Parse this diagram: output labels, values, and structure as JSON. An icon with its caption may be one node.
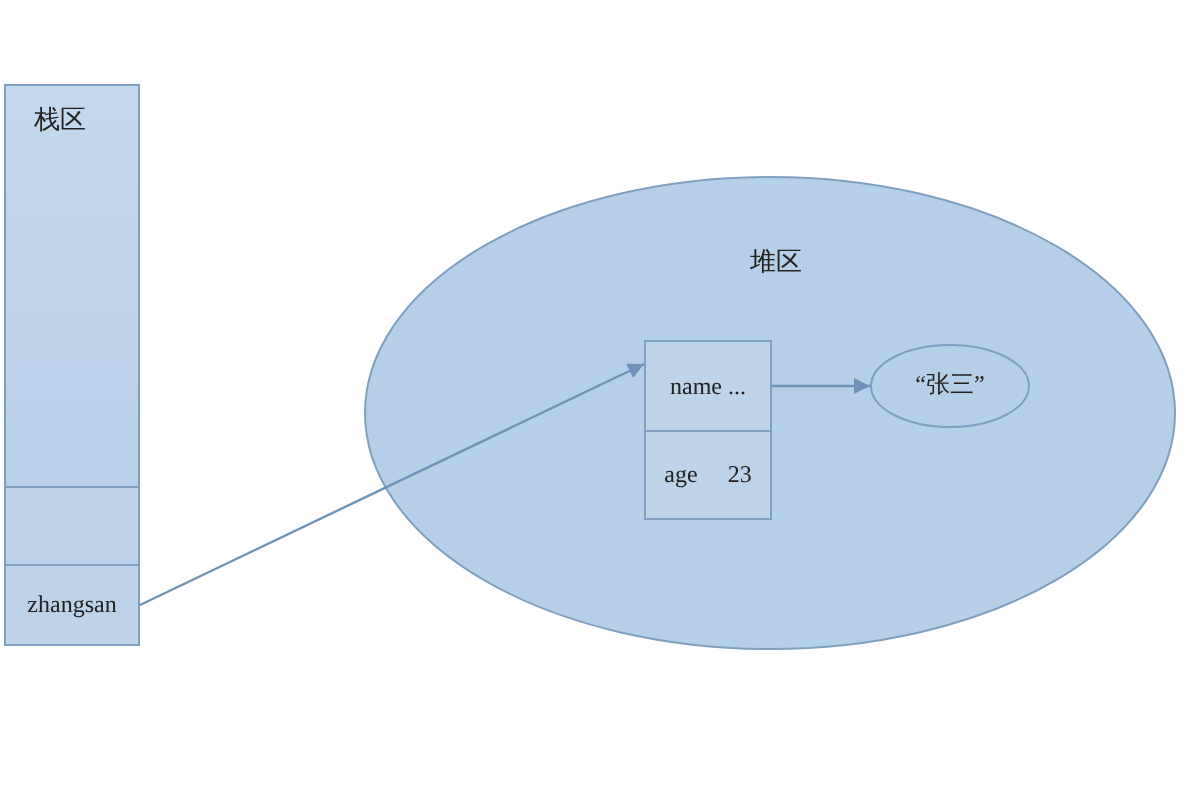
{
  "diagram": {
    "nodes": [
      {
        "text": [
          "栈区"
        ]
      },
      {
        "text": [],
        "shape": "box",
        "in": 0
      },
      {
        "text": [
          "zhangsan"
        ],
        "in": 0
      },
      {
        "text": [
          "堆区"
        ]
      },
      {
        "text": [
          "name ..."
        ],
        "in": 3
      },
      {
        "text": [
          "age 23"
        ],
        "in": 3
      },
      {
        "text": [
          "“张三”"
        ],
        "in": 3
      }
    ],
    "edges": [
      {
        "from": 2,
        "to": 4,
        "arrow": "to"
      },
      {
        "from": 4,
        "to": 6,
        "arrow": "to"
      }
    ]
  }
}
